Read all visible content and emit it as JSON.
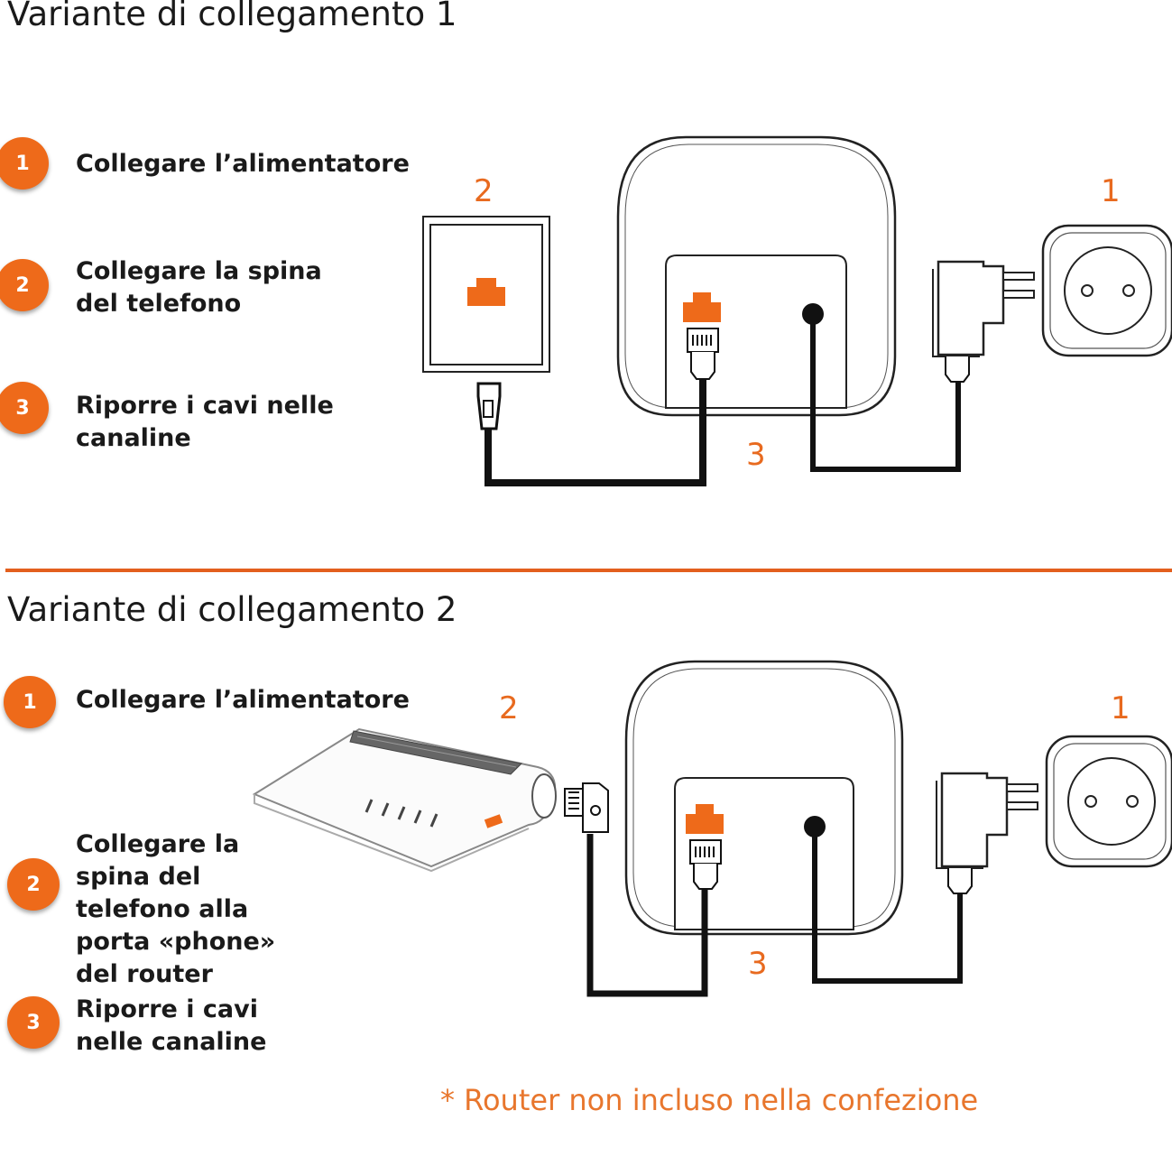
{
  "variant1": {
    "title": "Variante di collegamento 1",
    "steps": [
      {
        "number": "1",
        "text": "Collegare l’alimentatore"
      },
      {
        "number": "2",
        "text": "Collegare la spina del telefono"
      },
      {
        "number": "3",
        "text": "Riporre i cavi nelle canaline"
      }
    ],
    "labels": {
      "wall_jack": "2",
      "adapter": "1",
      "cables": "3"
    }
  },
  "variant2": {
    "title": "Variante di collegamento 2",
    "steps": [
      {
        "number": "1",
        "text": "Collegare l’alimentatore"
      },
      {
        "number": "2",
        "text": "Collegare la spina del telefono alla porta «phone» del router"
      },
      {
        "number": "3",
        "text": "Riporre i cavi nelle canaline"
      }
    ],
    "labels": {
      "router": "2",
      "adapter": "1",
      "cables": "3"
    }
  },
  "footnote": "* Router non incluso nella confezione",
  "colors": {
    "accent": "#ee6a1a",
    "divider": "#e35f1e",
    "line": "#111111"
  },
  "icons": [
    "wall-phone-jack-icon",
    "base-station-icon",
    "power-adapter-icon",
    "wall-socket-icon",
    "router-icon",
    "rj11-plug-icon",
    "tae-plug-icon"
  ]
}
